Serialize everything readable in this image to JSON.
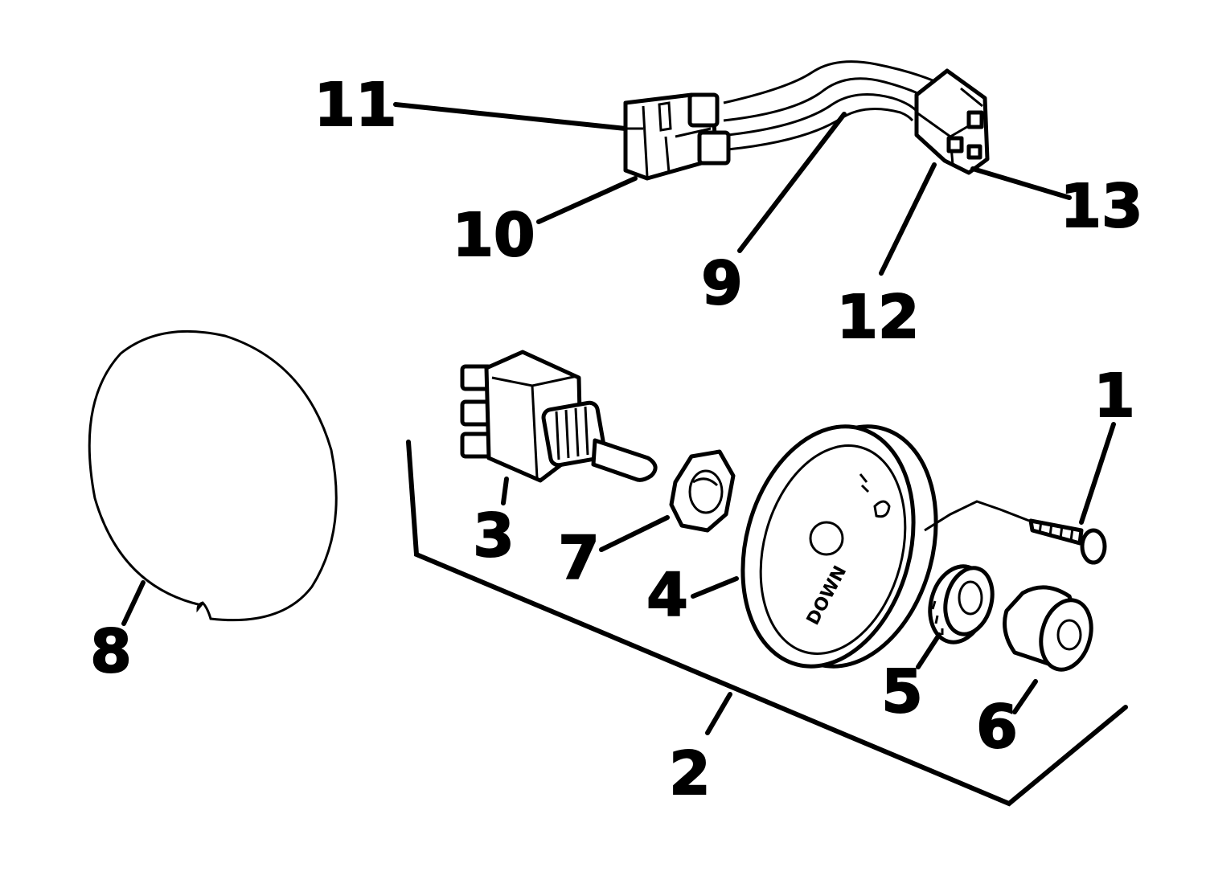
{
  "callouts": {
    "c1": "1",
    "c2": "2",
    "c3": "3",
    "c4": "4",
    "c5": "5",
    "c6": "6",
    "c7": "7",
    "c8": "8",
    "c9": "9",
    "c10": "10",
    "c11": "11",
    "c12": "12",
    "c13": "13"
  },
  "dial": {
    "down_label": "DOWN"
  }
}
